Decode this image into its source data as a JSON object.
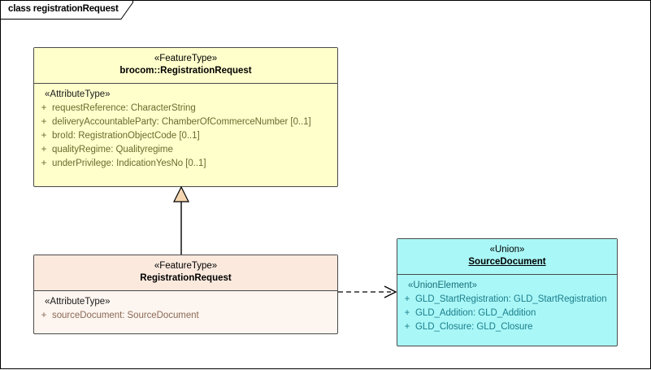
{
  "frame": {
    "label": "class registrationRequest"
  },
  "classes": [
    {
      "id": "brocom-registration-request",
      "stereotype": "«FeatureType»",
      "name": "brocom::RegistrationRequest",
      "compartment_stereotype": "«AttributeType»",
      "attributes": [
        {
          "visibility": "+",
          "text": "requestReference: CharacterString"
        },
        {
          "visibility": "+",
          "text": "deliveryAccountableParty: ChamberOfCommerceNumber [0..1]"
        },
        {
          "visibility": "+",
          "text": "broId: RegistrationObjectCode [0..1]"
        },
        {
          "visibility": "+",
          "text": "qualityRegime: Qualityregime"
        },
        {
          "visibility": "+",
          "text": "underPrivilege: IndicationYesNo [0..1]"
        }
      ],
      "fill": "#ffffcc"
    },
    {
      "id": "registration-request",
      "stereotype": "«FeatureType»",
      "name": "RegistrationRequest",
      "compartment_stereotype": "«AttributeType»",
      "attributes": [
        {
          "visibility": "+",
          "text": "sourceDocument: SourceDocument"
        }
      ],
      "fill": "#fdf5f0"
    },
    {
      "id": "source-document",
      "stereotype": "«Union»",
      "name": "SourceDocument",
      "compartment_stereotype": "«UnionElement»",
      "attributes": [
        {
          "visibility": "+",
          "text": "GLD_StartRegistration: GLD_StartRegistration"
        },
        {
          "visibility": "+",
          "text": "GLD_Addition: GLD_Addition"
        },
        {
          "visibility": "+",
          "text": "GLD_Closure: GLD_Closure"
        }
      ],
      "fill": "#aaf7f7"
    }
  ],
  "connectors": [
    {
      "name": "generalization",
      "from": "registration-request",
      "to": "brocom-registration-request",
      "style": "solid",
      "arrowhead": "hollow-triangle"
    },
    {
      "name": "dependency",
      "from": "registration-request",
      "to": "source-document",
      "style": "dashed",
      "arrowhead": "open-arrow"
    }
  ],
  "colors": {
    "featuretype_fill": "#ffffcc",
    "subtype_header_fill": "#fbe9de",
    "subtype_fill": "#fdf5f0",
    "union_fill": "#aaf7f7",
    "border": "#4a4a4a",
    "frame_border": "#000000",
    "generalization_arrow_fill": "#f5d6b0"
  }
}
